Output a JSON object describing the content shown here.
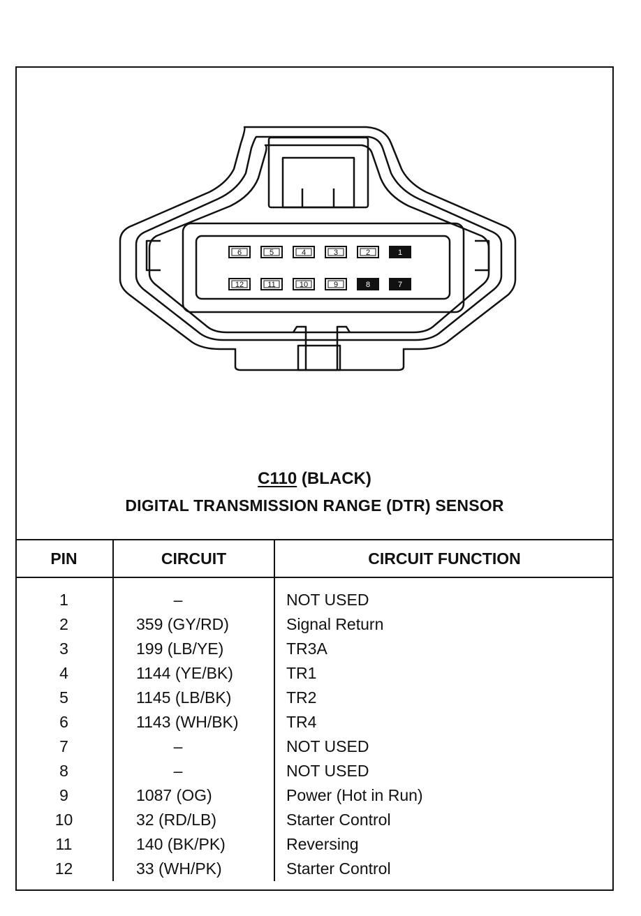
{
  "connector": {
    "id": "C110",
    "color_note": "(BLACK)",
    "name": "DIGITAL TRANSMISSION RANGE (DTR) SENSOR",
    "top_row_pins": [
      "6",
      "5",
      "4",
      "3",
      "2",
      "1"
    ],
    "bottom_row_pins": [
      "12",
      "11",
      "10",
      "9",
      "8",
      "7"
    ],
    "filled_pins": [
      "1",
      "7",
      "8"
    ]
  },
  "table": {
    "headers": {
      "pin": "PIN",
      "circuit": "CIRCUIT",
      "function": "CIRCUIT FUNCTION"
    },
    "rows": [
      {
        "pin": "1",
        "circuit": "–",
        "function": "NOT USED"
      },
      {
        "pin": "2",
        "circuit": "359 (GY/RD)",
        "function": "Signal Return"
      },
      {
        "pin": "3",
        "circuit": "199 (LB/YE)",
        "function": "TR3A"
      },
      {
        "pin": "4",
        "circuit": "1144 (YE/BK)",
        "function": "TR1"
      },
      {
        "pin": "5",
        "circuit": "1145 (LB/BK)",
        "function": "TR2"
      },
      {
        "pin": "6",
        "circuit": "1143 (WH/BK)",
        "function": "TR4"
      },
      {
        "pin": "7",
        "circuit": "–",
        "function": "NOT USED"
      },
      {
        "pin": "8",
        "circuit": "–",
        "function": "NOT USED"
      },
      {
        "pin": "9",
        "circuit": "1087 (OG)",
        "function": "Power (Hot in Run)"
      },
      {
        "pin": "10",
        "circuit": "32 (RD/LB)",
        "function": "Starter Control"
      },
      {
        "pin": "11",
        "circuit": "140 (BK/PK)",
        "function": "Reversing"
      },
      {
        "pin": "12",
        "circuit": "33 (WH/PK)",
        "function": "Starter Control"
      }
    ]
  }
}
